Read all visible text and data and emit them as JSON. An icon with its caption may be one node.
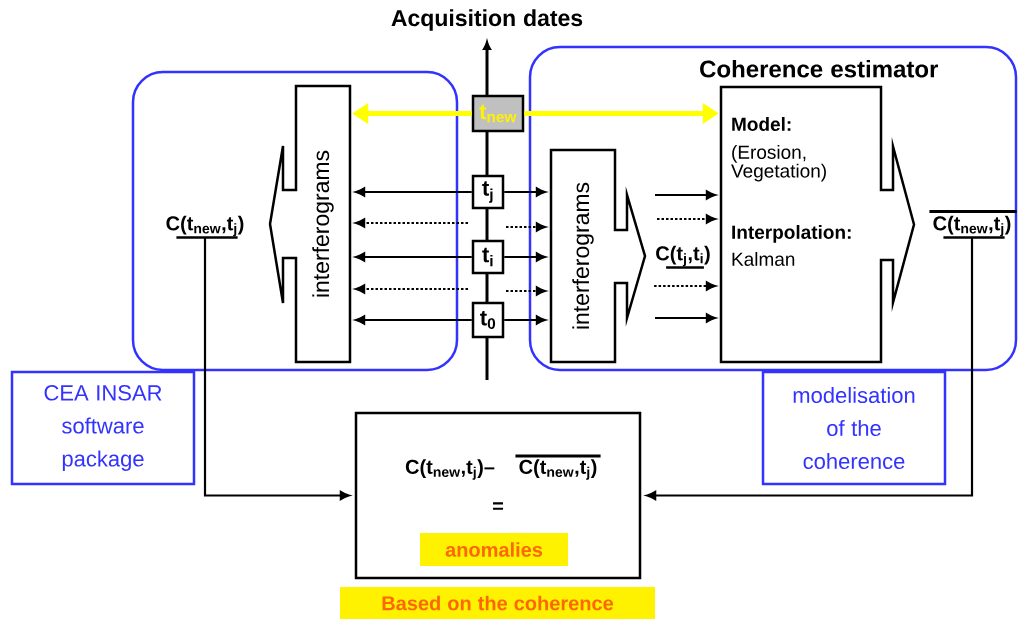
{
  "diagram": {
    "nodes": [
      {
        "text": [],
        "shape": "box"
      },
      {
        "text": [
          "interferograms"
        ],
        "in": 0
      },
      {
        "text": [
          "C(t$_{new}$,t$_{j}$)"
        ],
        "in": 0
      },
      {
        "text": [
          "Coherence estimator"
        ]
      },
      {
        "text": [
          "interferograms"
        ],
        "in": 3
      },
      {
        "text": [
          "C(t$_{j}$,t$_{i}$)"
        ],
        "in": 3
      },
      {
        "text": [
          "Model:",
          "(Erosion, Vegetation)",
          "Interpolation:",
          "Kalman"
        ],
        "in": 3
      },
      {
        "text": [
          "C(t$_{new}$,t$_{j}$)"
        ],
        "in": 3
      },
      {
        "text": [
          "t$_{new}$"
        ]
      },
      {
        "text": [
          "t$_{j}$"
        ]
      },
      {
        "text": [
          "t$_{i}$"
        ]
      },
      {
        "text": [
          "t$_{0}$"
        ]
      },
      {
        "text": [
          "CEA INSAR software package"
        ]
      },
      {
        "text": [
          "modelisation of the coherence"
        ]
      },
      {
        "text": [
          "C(t$_{new}$,t$_{j}$)–",
          "C(t$_{new}$,t$_{j}$)",
          "="
        ]
      },
      {
        "text": [
          "anomalies"
        ],
        "in": 14
      },
      {
        "text": [
          "Based on the coherence"
        ]
      }
    ],
    "edges": [
      {
        "from": 8,
        "to": 1,
        "arrow": "to",
        "style": "thick",
        "color": "#ffff00"
      },
      {
        "from": 8,
        "to": 6,
        "arrow": "to",
        "style": "thick",
        "color": "#ffff00"
      },
      {
        "from": 9,
        "to": 1,
        "arrow": "to"
      },
      {
        "from": null,
        "to": 1,
        "arrow": "to",
        "style": "dashed"
      },
      {
        "from": 10,
        "to": 1,
        "arrow": "to"
      },
      {
        "from": null,
        "to": 1,
        "arrow": "to",
        "style": "dashed"
      },
      {
        "from": 11,
        "to": 1,
        "arrow": "to"
      },
      {
        "from": 9,
        "to": 4,
        "arrow": "to"
      },
      {
        "from": null,
        "to": 4,
        "arrow": "to",
        "style": "dashed"
      },
      {
        "from": 10,
        "to": 4,
        "arrow": "to"
      },
      {
        "from": null,
        "to": 4,
        "arrow": "to",
        "style": "dashed"
      },
      {
        "from": 11,
        "to": 4,
        "arrow": "to"
      },
      {
        "from": null,
        "to": 6,
        "arrow": "to"
      },
      {
        "from": null,
        "to": 6,
        "arrow": "to",
        "style": "dashed"
      },
      {
        "from": 5,
        "to": 6,
        "arrow": "to",
        "style": "dashed"
      },
      {
        "from": null,
        "to": 6,
        "arrow": "to"
      },
      {
        "from": 2,
        "to": 14,
        "arrow": "to"
      },
      {
        "from": 7,
        "to": 14,
        "arrow": "to"
      }
    ],
    "labels": [
      "Acquisition dates"
    ]
  }
}
